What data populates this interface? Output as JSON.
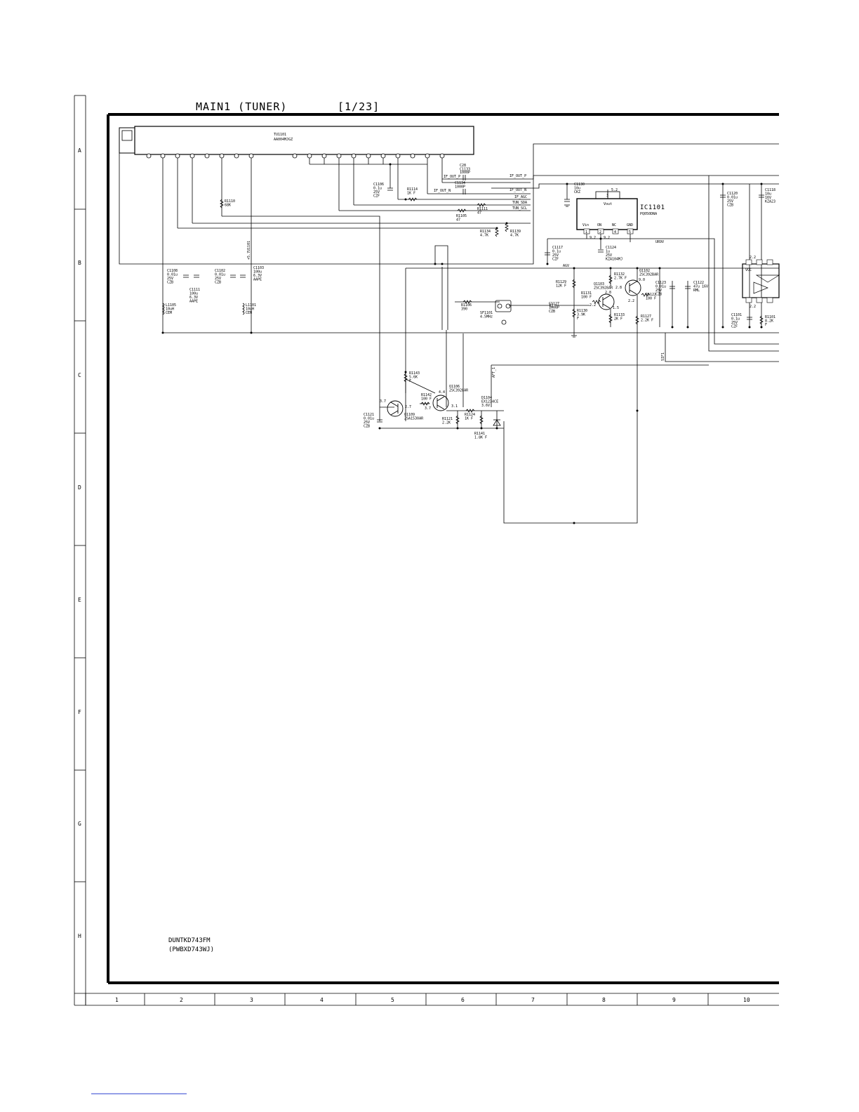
{
  "sheet": {
    "title": "MAIN1 (TUNER)",
    "page": "[1/23]",
    "board_code": "DUNTKD743FM",
    "pwb_code": "(PWBXD743WJ)"
  },
  "tuner": {
    "ref": "TU1101",
    "part": "AA004MJGZ"
  },
  "regulator": {
    "ref": "IC1101",
    "part": "PQ050DNA",
    "pin_vout": "Vout",
    "pin_vin": "Vin",
    "pin_on": "ON",
    "pin_nc": "NC",
    "pin_gnd": "GND",
    "num_vout": "3",
    "num_vin": "1",
    "num_on": "2",
    "num_nc": "4",
    "num_gnd": "5",
    "v_top": "5.2",
    "v_vin": "9.2",
    "v_on": "9.2"
  },
  "nets": {
    "if_out_p": "IF_OUT_P",
    "if_out_n": "IF_OUT_N",
    "if_agc": "IF_AGC",
    "tun_sda": "TUN_SDA",
    "tun_scl": "TUN_SCL",
    "tun_if_out_p": "IF_OUT_P",
    "tun_if_out_n": "IF_OUT_N",
    "pwr_5v": "+5.7U1101",
    "unrv": "UR9V",
    "agc": "AGV",
    "aft": "AFT_1",
    "sif": "SIF1"
  },
  "components": {
    "C28": "C28\nC1133",
    "C1134": "C1134\n1000P",
    "C1133_v": "1000P",
    "C1106": "C1106\n0.1u\n25V\nCZF",
    "R1114": "R1114\n1K F",
    "R1105": "R1105\n47",
    "R1111": "R1111\n47",
    "R1110": "R1110\n68K",
    "R1134": "R1134\n4.7K",
    "R1139": "R1139\n4.7K",
    "C1130": "C1130\n10u\nCKZ",
    "C1117": "C1117\n0.1u\n25V\nCZF",
    "C1124": "C1124\n1u\n25V\nKZA104MJ",
    "C1120": "C1120\n0.01u\n25V\nCZB",
    "C1118": "C1118\n10u\n16V\nKZA23",
    "C1108": "C1108\n0.01u\n25V\nCZB",
    "C1111": "C1111\n100u\n6.3V\nAAPE",
    "C1102": "C1102\n0.01u\n25V\nCZB",
    "C1103": "C1103\n100u\n6.3V\nAAPE",
    "L1105": "L1105\n10uH\nCEM",
    "L1101": "L1101\n10uH\nCEM",
    "R1106": "R1106\n390",
    "SF1101": "SF1101\n4.5MHz",
    "C1127": "C1127\n1000P\nCZB",
    "R1129": "R1129\n12K F",
    "R1131": "R1131\n100 F",
    "R1130": "R1130\n3.9K\nF",
    "R1132": "R1132\n2.7K F",
    "Q1103": "Q1103\n2SC3928AR",
    "Q1102": "Q1102\n2SC392BAR",
    "R1133": "R1133\n2K F",
    "R1122": "R1122\n100 F",
    "R1127": "R1127\n2.2K F",
    "C1123": "C1123\n0.01u\n25V\nCZB",
    "C1122": "C1122\n47u 16V\nRML",
    "C1101": "C1101\n0.1u\n25V\nCZF",
    "R1101": "R1101\n8.2K\nF",
    "R1143": "R1143\n5.6K\nF",
    "Q1106": "Q1106\n2SC3928AR",
    "R1142": "R1142\n100 F",
    "Q1109": "Q1109\n2SA1530AR",
    "C1121": "C1121\n0.01u\n25V\nCZB",
    "D1104": "D1104\nEX1234CE\n3.6V",
    "R1124": "R1124\n1K F",
    "R1121": "R1121\n2.2K",
    "R1141": "R1141\n1.8K F"
  },
  "voltages": {
    "v_q1102_b": "2.8",
    "v_q1102_c": "9.0",
    "v_q1102_e": "2.2",
    "v_q1103_b": "2.2",
    "v_q1103_c": "2.8",
    "v_q1103_e": "1.5",
    "v_q1106_c": "4.4",
    "v_q1106_b": "3.7",
    "v_q1106_e": "3.1",
    "v_q1109_b": "3.7",
    "v_q1109_e": "2.7",
    "v_amp_1": "2.2",
    "v_amp_2": "2.2"
  },
  "grid": {
    "rows": [
      "A",
      "B",
      "C",
      "D",
      "E",
      "F",
      "G",
      "H"
    ],
    "cols": [
      "1",
      "2",
      "3",
      "4",
      "5",
      "6",
      "7",
      "8",
      "9",
      "10"
    ]
  }
}
